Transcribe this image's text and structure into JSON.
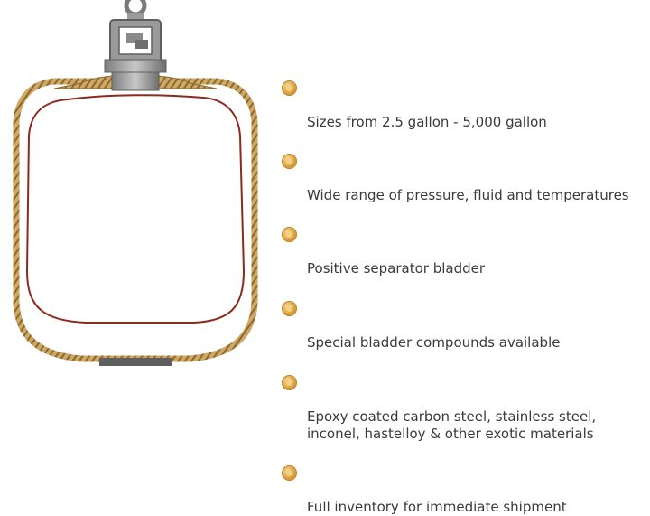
{
  "features": [
    {
      "text": "Sizes from 2.5 gallon - 5,000 gallon"
    },
    {
      "text": "Wide range of pressure, fluid and temperatures"
    },
    {
      "text": "Positive separator bladder"
    },
    {
      "text": "Special bladder compounds available"
    },
    {
      "text": "Epoxy coated carbon steel, stainless steel,\ninconel, hastelloy & other exotic materials"
    },
    {
      "text": "Full inventory for immediate shipment"
    }
  ],
  "colors": {
    "shell": "#c9a25e",
    "shell_stripe": "#8a6a2e",
    "bladder": "#8b2b1e",
    "valve": "#9a9a9a",
    "bullet": "#e0a94a",
    "text": "#3a3a3a"
  },
  "icons": {
    "bullet": "gold-circle-bullet-icon",
    "valve": "valve-assembly-icon"
  }
}
